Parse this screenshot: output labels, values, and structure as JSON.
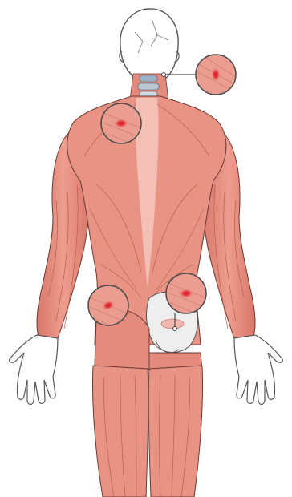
{
  "figure": {
    "subject": "posterior-human-muscular-anatomy",
    "colors": {
      "muscle": "#e99385",
      "muscle_dark": "#c9665a",
      "muscle_light": "#f6c8bd",
      "outline": "#6b3a33",
      "skin_line": "#555555",
      "bone": "#e9e9e9",
      "tendon": "#f3dede",
      "pain_spot": "#e0141e",
      "callout_ring": "#4a4a4a"
    },
    "callouts": [
      {
        "id": "neck-right",
        "icon": "pain-point-icon",
        "has_leader": true
      },
      {
        "id": "upper-trapezius-left",
        "icon": "pain-point-icon",
        "has_leader": false
      },
      {
        "id": "gluteal-left",
        "icon": "pain-point-icon",
        "has_leader": false
      },
      {
        "id": "gluteal-right",
        "icon": "pain-point-icon",
        "has_leader": true
      }
    ]
  }
}
